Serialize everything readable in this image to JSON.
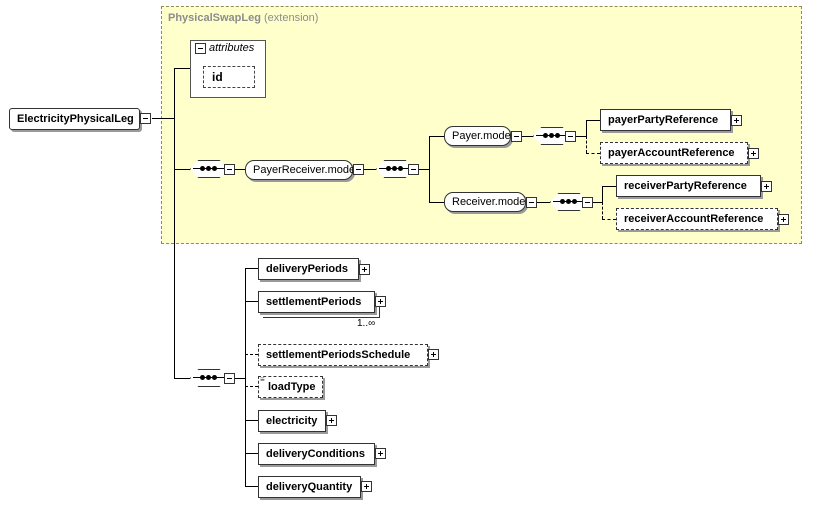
{
  "diagram": {
    "extension_box": {
      "type_name": "PhysicalSwapLeg",
      "type_suffix": "(extension)"
    },
    "attributes": {
      "label": "attributes",
      "items": [
        "id"
      ]
    },
    "root": {
      "label": "ElectricityPhysicalLeg"
    },
    "groups": {
      "payer_receiver": "PayerReceiver.model",
      "payer": "Payer.model",
      "receiver": "Receiver.model"
    },
    "payer_elements": [
      {
        "label": "payerPartyReference",
        "optional": false
      },
      {
        "label": "payerAccountReference",
        "optional": true
      }
    ],
    "receiver_elements": [
      {
        "label": "receiverPartyReference",
        "optional": false
      },
      {
        "label": "receiverAccountReference",
        "optional": true
      }
    ],
    "leg_elements": [
      {
        "label": "deliveryPeriods",
        "optional": false
      },
      {
        "label": "settlementPeriods",
        "optional": false,
        "cardinality": "1..∞"
      },
      {
        "label": "settlementPeriodsSchedule",
        "optional": true
      },
      {
        "label": "loadType",
        "optional": true
      },
      {
        "label": "electricity",
        "optional": false
      },
      {
        "label": "deliveryConditions",
        "optional": false
      },
      {
        "label": "deliveryQuantity",
        "optional": false
      }
    ]
  }
}
